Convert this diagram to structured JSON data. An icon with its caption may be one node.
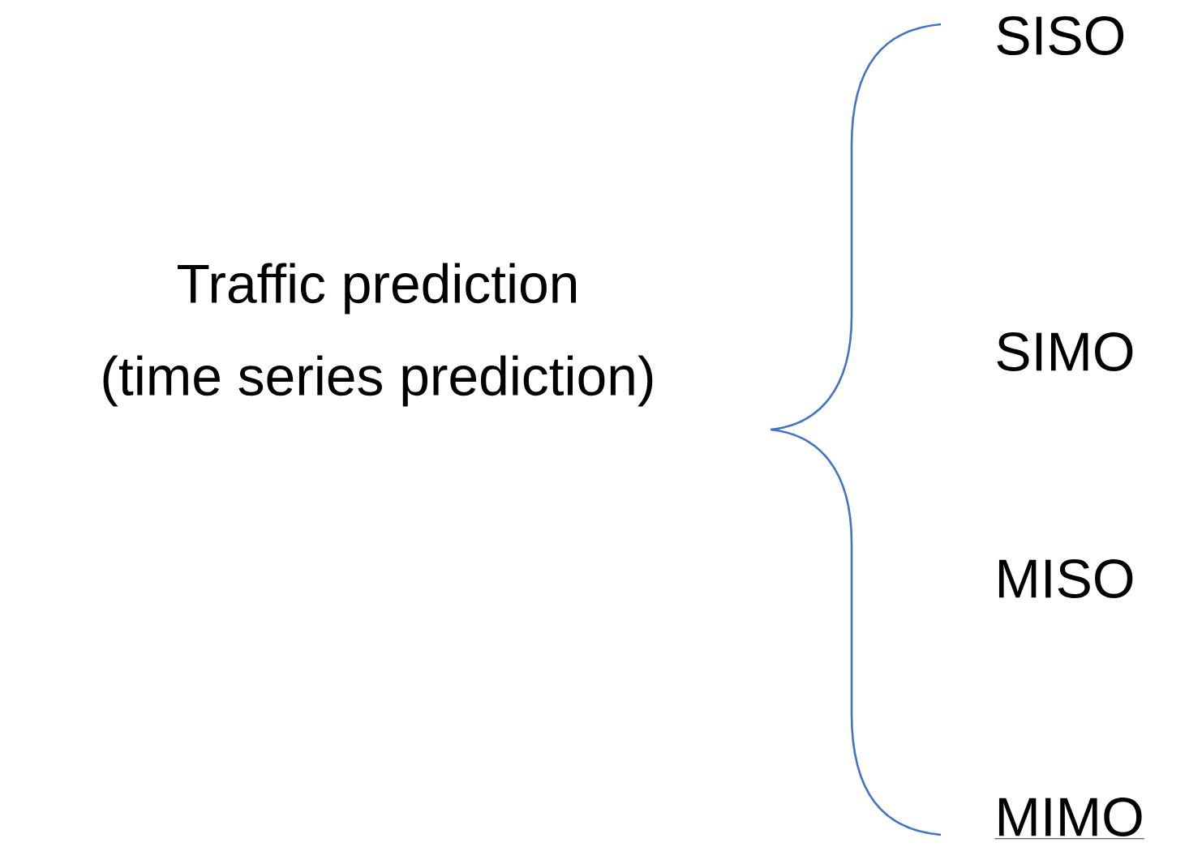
{
  "diagram": {
    "labels": [
      "Traffic prediction",
      "(time series prediction)",
      "SISO",
      "SIMO",
      "MISO",
      "MIMO"
    ]
  }
}
